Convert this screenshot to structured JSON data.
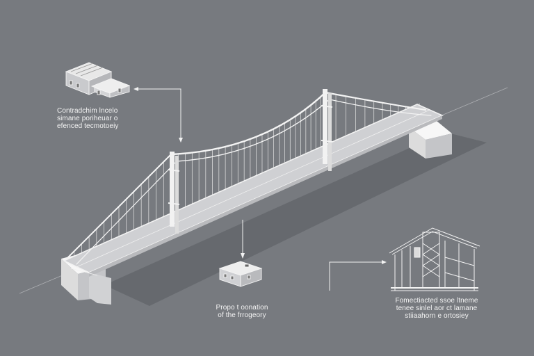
{
  "colors": {
    "background": "#777a7f",
    "structure": "#f2f2f2",
    "shadow": "#5e6166",
    "label": "#f4f4f4"
  },
  "callouts": {
    "top_left": {
      "icon": "warehouse-icon",
      "lines": [
        "Contradchim lncelo",
        "simane poriheuar o",
        "efenced tecmotoeiy"
      ]
    },
    "bottom_middle": {
      "icon": "building-icon",
      "lines": [
        "Propo t oonation",
        "of the frrogeory"
      ]
    },
    "bottom_right": {
      "icon": "construction-frame-icon",
      "lines": [
        "Fomectiacted ssoe ltneme",
        "tenee sinlel aor ct lamane",
        "stiiaahorn e ortosiey"
      ]
    }
  }
}
